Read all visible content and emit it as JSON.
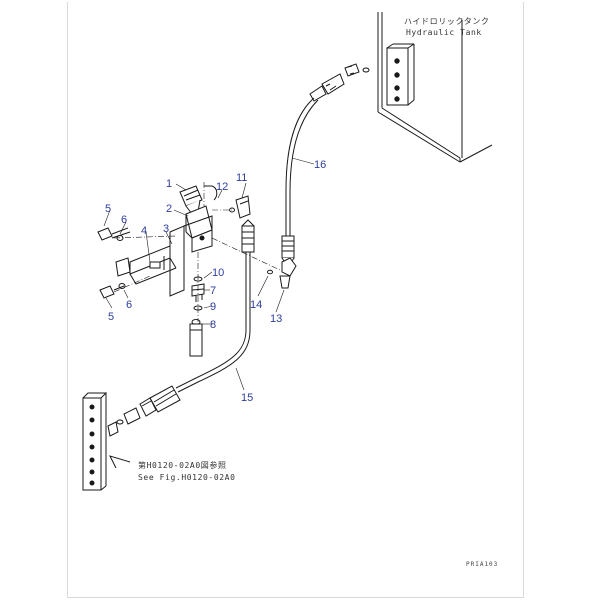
{
  "tank_label": {
    "jp": "ハイドロリックタンク",
    "en": "Hydraulic Tank"
  },
  "see_ref": {
    "jp": "第H0120-02A0図参照",
    "en": "See Fig.H0120-02A0"
  },
  "drawing_code": "PRIA103",
  "callouts": {
    "c1": "1",
    "c2": "2",
    "c3": "3",
    "c4": "4",
    "c5a": "5",
    "c5b": "5",
    "c6a": "6",
    "c6b": "6",
    "c7": "7",
    "c8": "8",
    "c9": "9",
    "c10": "10",
    "c11": "11",
    "c12": "12",
    "c13": "13",
    "c14": "14",
    "c15": "15",
    "c16": "16"
  },
  "colors": {
    "callout": "#2d3d9a",
    "line": "#1a1a1a"
  }
}
